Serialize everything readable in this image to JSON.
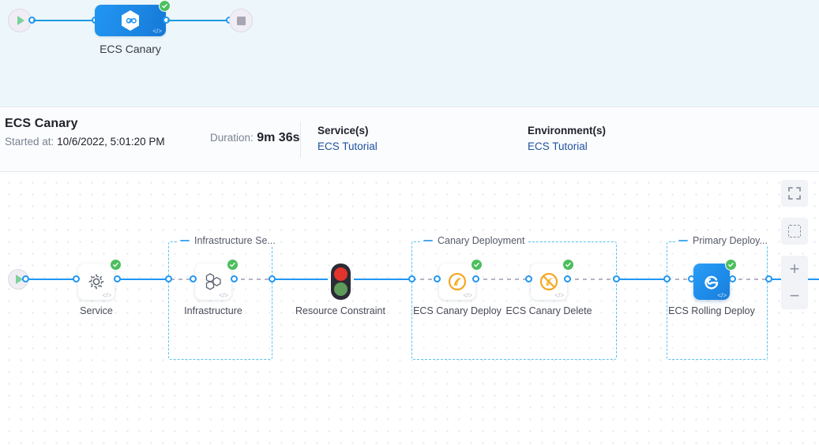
{
  "minimap": {
    "start_icon": "play-icon",
    "end_icon": "stop-icon",
    "node": {
      "label": "ECS Canary",
      "icon": "harness-hexagon-icon",
      "code_tag": "</>",
      "status": "success"
    }
  },
  "header": {
    "title": "ECS Canary",
    "started_label": "Started at:",
    "started_value": "10/6/2022, 5:01:20 PM",
    "duration_label": "Duration:",
    "duration_value": "9m 36s",
    "services": {
      "heading": "Service(s)",
      "value": "ECS Tutorial"
    },
    "environments": {
      "heading": "Environment(s)",
      "value": "ECS Tutorial"
    }
  },
  "canvas": {
    "start_icon": "play-icon",
    "groups": [
      {
        "title": "Infrastructure Se...",
        "name": "infrastructure-section"
      },
      {
        "title": "Canary Deployment",
        "name": "canary-deployment"
      },
      {
        "title": "Primary Deploy...",
        "name": "primary-deployment"
      }
    ],
    "nodes": [
      {
        "label": "Service",
        "icon": "gear-icon",
        "status": "success",
        "code_tag": "</>"
      },
      {
        "label": "Infrastructure",
        "icon": "hexagons-icon",
        "status": "success",
        "code_tag": "</>"
      },
      {
        "label": "Resource Constraint",
        "icon": "traffic-light-icon",
        "status": "none",
        "code_tag": ""
      },
      {
        "label": "ECS Canary Deploy",
        "icon": "ecs-canary-icon",
        "status": "success",
        "code_tag": "</>"
      },
      {
        "label": "ECS Canary Delete",
        "icon": "ecs-canary-delete-icon",
        "status": "success",
        "code_tag": "</>"
      },
      {
        "label": "ECS Rolling Deploy",
        "icon": "ecs-rolling-deploy-icon",
        "status": "success",
        "code_tag": "</>"
      }
    ],
    "controls": [
      {
        "name": "fullscreen-button",
        "icon": "fullscreen-icon"
      },
      {
        "name": "select-area-button",
        "icon": "dashed-square-icon"
      },
      {
        "name": "zoom-in-button",
        "icon": "plus-icon",
        "label": "+"
      },
      {
        "name": "zoom-out-button",
        "icon": "minus-icon",
        "label": "−"
      }
    ]
  },
  "colors": {
    "accent_blue": "#2196f3",
    "success_green": "#4dbf5e",
    "group_border": "#59c3f0",
    "band_bg": "#edf7fb",
    "link_blue": "#20529e"
  }
}
